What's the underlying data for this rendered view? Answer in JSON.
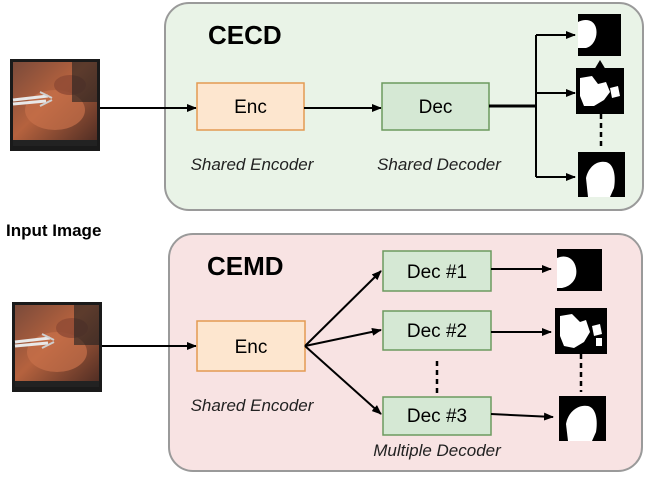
{
  "cecd": {
    "title": "CECD",
    "encoder_label": "Enc",
    "decoder_label": "Dec",
    "encoder_caption": "Shared Encoder",
    "decoder_caption": "Shared Decoder"
  },
  "input_label": "Input Image",
  "cemd": {
    "title": "CEMD",
    "encoder_label": "Enc",
    "decoders": [
      "Dec #1",
      "Dec #2",
      "Dec #3"
    ],
    "encoder_caption": "Shared Encoder",
    "decoders_caption": "Multiple Decoder"
  },
  "colors": {
    "cecd_panel": "#e9f3e7",
    "cemd_panel": "#f8e3e3",
    "panel_border": "#9a9a9a",
    "encoder_fill": "#fde6cf",
    "encoder_border": "#e39a52",
    "decoder_fill": "#d5e8d4",
    "decoder_border": "#6c9a5f"
  }
}
